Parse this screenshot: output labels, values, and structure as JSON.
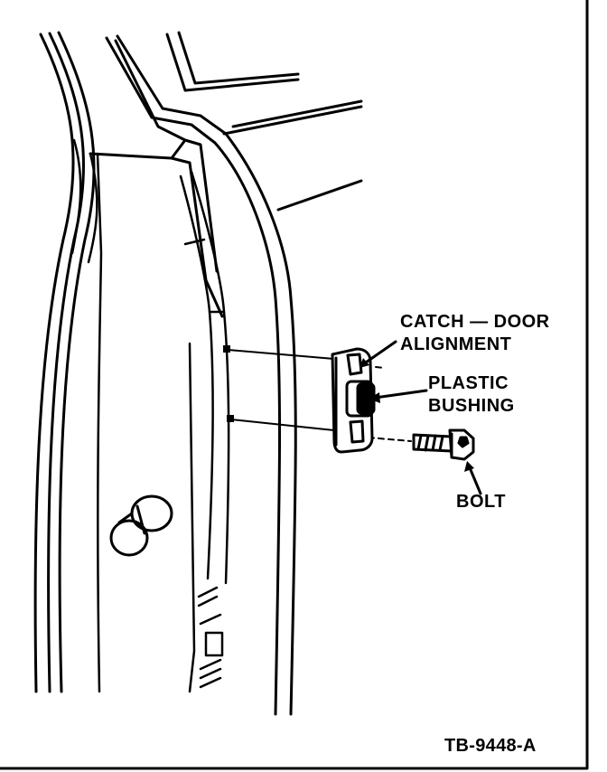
{
  "labels": {
    "catch_line1": "CATCH — DOOR",
    "catch_line2": "ALIGNMENT",
    "bushing_line1": "PLASTIC",
    "bushing_line2": "BUSHING",
    "bolt": "BOLT"
  },
  "figure_id": "TB-9448-A"
}
